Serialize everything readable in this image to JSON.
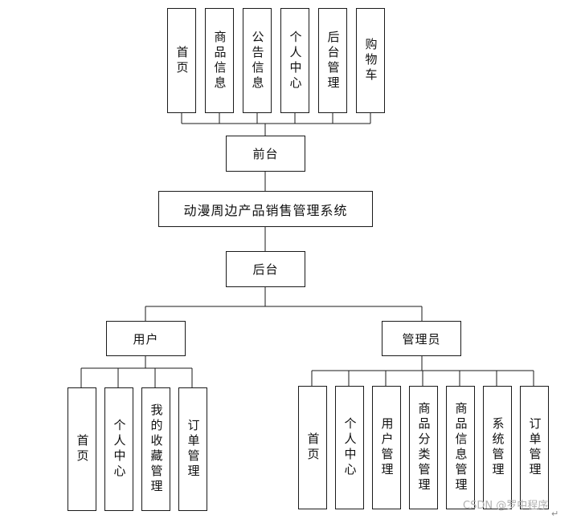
{
  "diagram": {
    "system": "动漫周边产品销售管理系统",
    "frontend": {
      "label": "前台",
      "modules": [
        "首页",
        "商品信息",
        "公告信息",
        "个人中心",
        "后台管理",
        "购物车"
      ]
    },
    "backend": {
      "label": "后台",
      "roles": [
        {
          "label": "用户",
          "modules": [
            "首页",
            "个人中心",
            "我的收藏管理",
            "订单管理"
          ]
        },
        {
          "label": "管理员",
          "modules": [
            "首页",
            "个人中心",
            "用户管理",
            "商品分类管理",
            "商品信息管理",
            "系统管理",
            "订单管理"
          ]
        }
      ]
    }
  },
  "watermark": "CSDN @罗中程序",
  "colors": {
    "line": "#1a1a1a",
    "box_border": "#1a1a1a",
    "watermark": "#b0b0b0"
  }
}
